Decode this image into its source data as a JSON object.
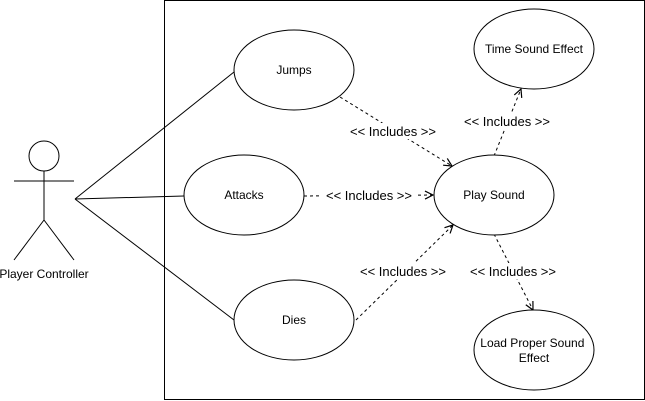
{
  "diagram": {
    "actor": {
      "label": "Player Controller"
    },
    "use_cases": {
      "jumps": "Jumps",
      "attacks": "Attacks",
      "dies": "Dies",
      "play_sound": "Play Sound",
      "time_sound_effect": "Time Sound Effect",
      "load_proper_line1": "Load Proper Sound",
      "load_proper_line2": "Effect"
    },
    "relations": {
      "jumps_play": "<< Includes >>",
      "attacks_play": "<< Includes >>",
      "dies_play": "<< Includes >>",
      "play_time": "<< Includes >>",
      "play_load": "<< Includes >>"
    }
  }
}
